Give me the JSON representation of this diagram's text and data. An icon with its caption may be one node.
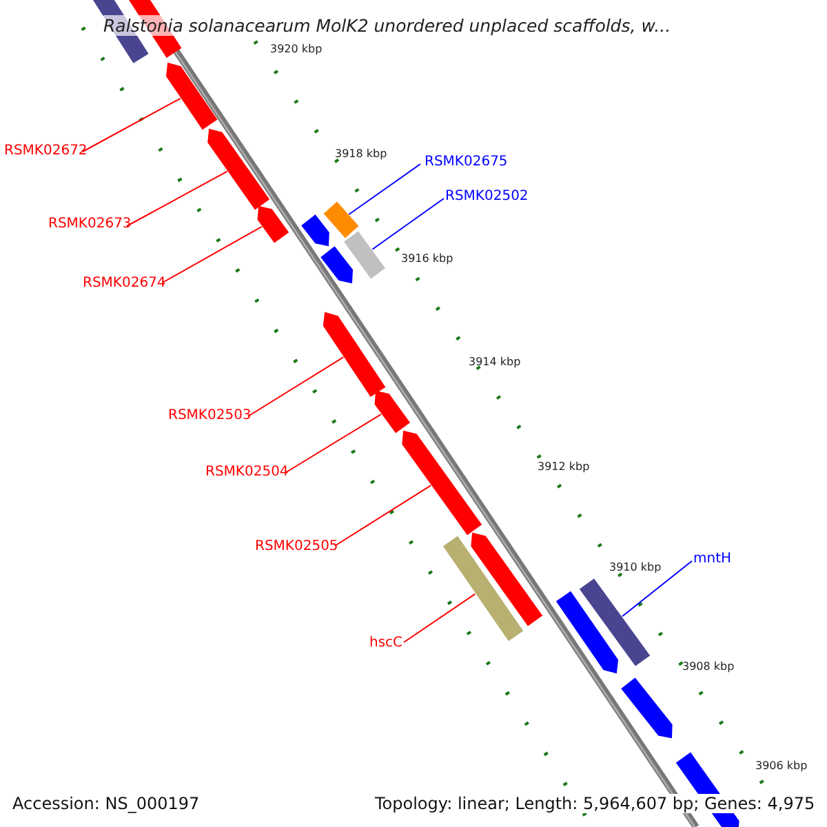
{
  "diagram": {
    "title": "Ralstonia solanacearum MolK2 unordered unplaced scaffolds, w...",
    "nodes": [
      {
        "text": [],
        "shape": "bar"
      },
      {
        "text": [],
        "shape": "bar"
      },
      {
        "text": [],
        "shape": "bar"
      },
      {
        "text": [],
        "shape": "bar"
      },
      {
        "text": [],
        "shape": "bar"
      },
      {
        "text": [],
        "shape": "bar"
      },
      {
        "text": [],
        "shape": "bar"
      },
      {
        "text": [],
        "shape": "bar"
      },
      {
        "text": [],
        "shape": "bar"
      },
      {
        "text": [],
        "shape": "bar"
      },
      {
        "text": [],
        "shape": "bar"
      },
      {
        "text": [],
        "shape": "bar"
      },
      {
        "text": [],
        "shape": "bar"
      },
      {
        "text": [],
        "shape": "bar"
      },
      {
        "text": [],
        "shape": "bar"
      },
      {
        "text": [],
        "shape": "bar"
      },
      {
        "text": [],
        "shape": "bar"
      },
      {
        "text": [],
        "shape": "bar"
      },
      {
        "text": [
          "RSMK02672"
        ]
      },
      {
        "text": [
          "RSMK02673"
        ]
      },
      {
        "text": [
          "RSMK02674"
        ]
      },
      {
        "text": [
          "RSMK02675"
        ]
      },
      {
        "text": [
          "RSMK02502"
        ]
      },
      {
        "text": [
          "RSMK02503"
        ]
      },
      {
        "text": [
          "RSMK02504"
        ]
      },
      {
        "text": [
          "RSMK02505"
        ]
      },
      {
        "text": [
          "hscC"
        ]
      },
      {
        "text": [
          "mntH"
        ]
      }
    ],
    "edges": [
      {
        "from": 18,
        "to": 2,
        "arrow": "none"
      },
      {
        "from": 19,
        "to": 3,
        "arrow": "none"
      },
      {
        "from": 20,
        "to": 4,
        "arrow": "none"
      },
      {
        "from": 21,
        "to": 11,
        "arrow": "none",
        "color": "#0000ff"
      },
      {
        "from": 22,
        "to": 13,
        "arrow": "none",
        "color": "#0000ff"
      },
      {
        "from": 23,
        "to": 5,
        "arrow": "none"
      },
      {
        "from": 24,
        "to": 6,
        "arrow": "none"
      },
      {
        "from": 25,
        "to": 7,
        "arrow": "none"
      },
      {
        "from": 26,
        "to": 9,
        "arrow": "none"
      },
      {
        "from": 27,
        "to": 15,
        "arrow": "none",
        "color": "#0000ff"
      }
    ],
    "labels": [
      "3920 kbp",
      "3918 kbp",
      "3916 kbp",
      "3914 kbp",
      "3912 kbp",
      "3910 kbp",
      "3908 kbp",
      "3906 kbp",
      "Accession: NS_000197",
      "Topology: linear; Length: 5,964,607 bp; Genes: 4,975"
    ]
  }
}
